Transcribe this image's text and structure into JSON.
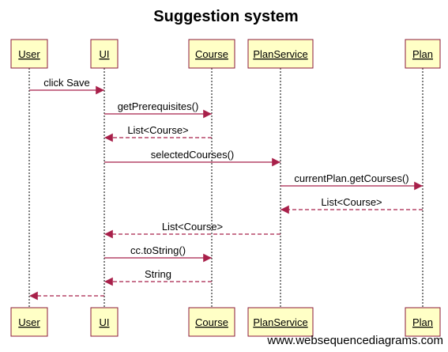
{
  "title": "Suggestion system",
  "participants": [
    {
      "id": "user",
      "label": "User"
    },
    {
      "id": "ui",
      "label": "UI"
    },
    {
      "id": "course",
      "label": "Course"
    },
    {
      "id": "planservice",
      "label": "PlanService"
    },
    {
      "id": "plan",
      "label": "Plan"
    }
  ],
  "messages": [
    {
      "from": "user",
      "to": "ui",
      "label": "click Save",
      "style": "solid"
    },
    {
      "from": "ui",
      "to": "course",
      "label": "getPrerequisites()",
      "style": "solid"
    },
    {
      "from": "course",
      "to": "ui",
      "label": "List<Course>",
      "style": "dashed"
    },
    {
      "from": "ui",
      "to": "planservice",
      "label": "selectedCourses()",
      "style": "solid"
    },
    {
      "from": "planservice",
      "to": "plan",
      "label": "currentPlan.getCourses()",
      "style": "solid"
    },
    {
      "from": "plan",
      "to": "planservice",
      "label": "List<Course>",
      "style": "dashed"
    },
    {
      "from": "planservice",
      "to": "ui",
      "label": "List<Course>",
      "style": "dashed"
    },
    {
      "from": "ui",
      "to": "course",
      "label": "cc.toString()",
      "style": "solid"
    },
    {
      "from": "course",
      "to": "ui",
      "label": "String",
      "style": "dashed"
    },
    {
      "from": "ui",
      "to": "user",
      "label": "",
      "style": "dashed"
    }
  ],
  "credit": "www.websequencediagrams.com",
  "colors": {
    "arrow": "#a8204a",
    "box_fill": "#ffffc6",
    "box_border": "#8b1a3a"
  }
}
